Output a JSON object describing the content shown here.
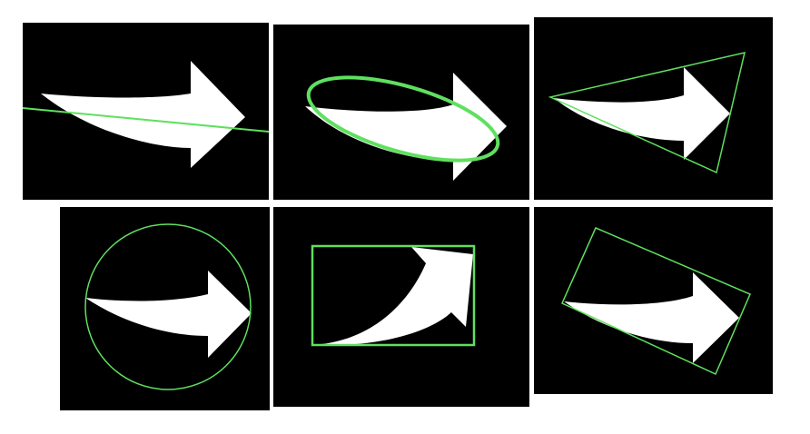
{
  "colors": {
    "background": "#ffffff",
    "panel": "#000000",
    "shape": "#ffffff",
    "outline": "#5fe05f"
  },
  "panels": [
    {
      "id": "fit-line",
      "outline": "line"
    },
    {
      "id": "fit-ellipse",
      "outline": "ellipse"
    },
    {
      "id": "min-enclosing-triangle",
      "outline": "triangle"
    },
    {
      "id": "min-enclosing-circle",
      "outline": "circle"
    },
    {
      "id": "bounding-rectangle",
      "outline": "rectangle"
    },
    {
      "id": "min-area-rotated-rectangle",
      "outline": "rotated-rectangle"
    }
  ]
}
